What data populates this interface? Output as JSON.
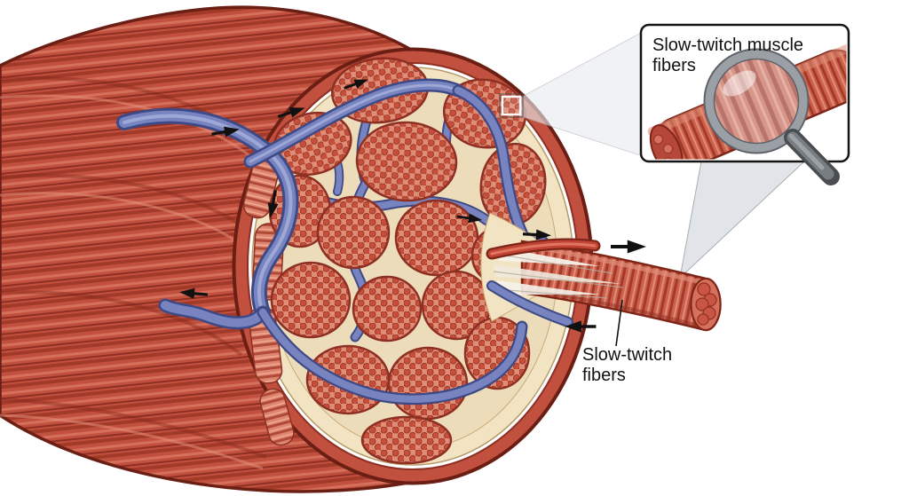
{
  "labels": {
    "inset": {
      "line1": "Slow-twitch muscle",
      "line2": "fibers"
    },
    "fiber": {
      "line1": "Slow-twitch",
      "line2": "fibers"
    }
  },
  "icons": {
    "magnifier": "magnifying-glass",
    "flow_arrow": "black-arrowhead",
    "zoom_target": "square-outline"
  },
  "colors": {
    "background": "#ffffff",
    "muscle_red": "#c2503e",
    "muscle_shadow": "#8e2f24",
    "muscle_highlight": "#d4705c",
    "outline_dark": "#6b1f14",
    "connective_cream": "#f2e3c3",
    "face_inner": "#ecdcba",
    "fascicle_pink": "#e08d77",
    "myofibril_red": "#c64f3b",
    "vessel_blue": "#7884bf",
    "vessel_blue_dark": "#3e4a86",
    "vessel_red": "#c24434",
    "callout_gray": "#dce1e6",
    "magnifier_rim": "#9aa0a6",
    "magnifier_handle": "#55595e",
    "label_black": "#111111",
    "inset_border": "#141414"
  }
}
